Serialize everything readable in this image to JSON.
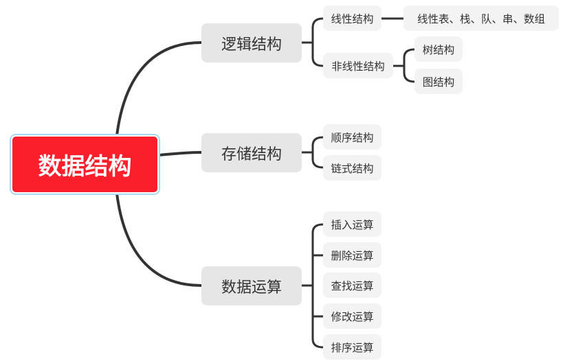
{
  "root": {
    "label": "数据结构"
  },
  "branches": [
    {
      "label": "逻辑结构",
      "children": [
        {
          "label": "线性结构",
          "children": [
            {
              "label": "线性表、栈、队、串、数组"
            }
          ]
        },
        {
          "label": "非线性结构",
          "children": [
            {
              "label": "树结构"
            },
            {
              "label": "图结构"
            }
          ]
        }
      ]
    },
    {
      "label": "存储结构",
      "children": [
        {
          "label": "顺序结构"
        },
        {
          "label": "链式结构"
        }
      ]
    },
    {
      "label": "数据运算",
      "children": [
        {
          "label": "插入运算"
        },
        {
          "label": "删除运算"
        },
        {
          "label": "查找运算"
        },
        {
          "label": "修改运算"
        },
        {
          "label": "排序运算"
        }
      ]
    }
  ],
  "colors": {
    "root_fill": "#fb1f2c",
    "root_outline": "#a9d8f2",
    "main_fill": "#e6e6e6",
    "leaf_fill": "#f3f3f3",
    "line": "#333333"
  }
}
